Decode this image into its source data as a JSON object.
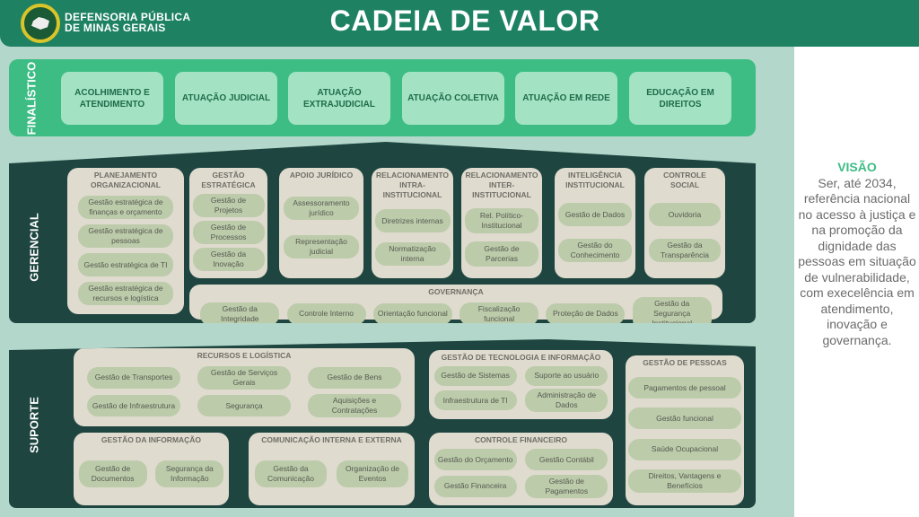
{
  "header": {
    "org_line1": "DEFENSORIA PÚBLICA",
    "org_line2": "DE MINAS GERAIS",
    "title": "CADEIA DE VALOR"
  },
  "finalistico": {
    "label": "FINALÍSTICO",
    "items": [
      "ACOLHIMENTO E ATENDIMENTO",
      "ATUAÇÃO JUDICIAL",
      "ATUAÇÃO EXTRAJUDICIAL",
      "ATUAÇÃO COLETIVA",
      "ATUAÇÃO EM REDE",
      "EDUCAÇÃO EM DIREITOS"
    ]
  },
  "gerencial": {
    "label": "GERENCIAL",
    "groups": [
      {
        "title": "PLANEJAMENTO ORGANIZACIONAL",
        "items": [
          "Gestão estratégica de finanças e orçamento",
          "Gestão estratégica de pessoas",
          "Gestão estratégica de TI",
          "Gestão estratégica de recursos e logística"
        ]
      },
      {
        "title": "GESTÃO ESTRATÉGICA",
        "items": [
          "Gestão de Projetos",
          "Gestão de Processos",
          "Gestão da Inovação"
        ]
      },
      {
        "title": "APOIO JURÍDICO",
        "items": [
          "Assessoramento jurídico",
          "Representação judicial"
        ]
      },
      {
        "title": "RELACIONAMENTO INTRA-INSTITUCIONAL",
        "items": [
          "Diretrizes internas",
          "Normatização interna"
        ]
      },
      {
        "title": "RELACIONAMENTO INTER-INSTITUCIONAL",
        "items": [
          "Rel. Político-Institucional",
          "Gestão de Parcerias"
        ]
      },
      {
        "title": "INTELIGÊNCIA INSTITUCIONAL",
        "items": [
          "Gestão de Dados",
          "Gestão do Conhecimento"
        ]
      },
      {
        "title": "CONTROLE SOCIAL",
        "items": [
          "Ouvidoria",
          "Gestão da Transparência"
        ]
      },
      {
        "title": "GOVERNANÇA",
        "items": [
          "Gestão da Integridade",
          "Controle Interno",
          "Orientação funcional",
          "Fiscalização funcional",
          "Proteção de Dados",
          "Gestão da Segurança Institucional"
        ]
      }
    ]
  },
  "suporte": {
    "label": "SUPORTE",
    "groups": [
      {
        "title": "RECURSOS E LOGÍSTICA",
        "items": [
          "Gestão de Transportes",
          "Gestão de Serviços Gerais",
          "Gestão de Bens",
          "Gestão de Infraestrutura",
          "Segurança",
          "Aquisições e Contratações"
        ]
      },
      {
        "title": "GESTÃO DA INFORMAÇÃO",
        "items": [
          "Gestão de Documentos",
          "Segurança da Informação"
        ]
      },
      {
        "title": "COMUNICAÇÃO INTERNA E EXTERNA",
        "items": [
          "Gestão da Comunicação",
          "Organização de Eventos"
        ]
      },
      {
        "title": "GESTÃO DE TECNOLOGIA E INFORMAÇÃO",
        "items": [
          "Gestão de Sistemas",
          "Suporte ao usuário",
          "Infraestrutura de TI",
          "Administração de Dados"
        ]
      },
      {
        "title": "CONTROLE FINANCEIRO",
        "items": [
          "Gestão do Orçamento",
          "Gestão Contábil",
          "Gestão Financeira",
          "Gestão de Pagamentos"
        ]
      },
      {
        "title": "GESTÃO DE PESSOAS",
        "items": [
          "Pagamentos de pessoal",
          "Gestão funcional",
          "Saúde Ocupacional",
          "Direitos, Vantagens  e Benefícios"
        ]
      }
    ]
  },
  "visao": {
    "title": "VISÃO",
    "text": "Ser, até 2034, referência nacional no acesso à justiça e na promoção da dignidade das pessoas em situação de vulnerabilidade, com execelência em atendimento, inovação e governança."
  }
}
